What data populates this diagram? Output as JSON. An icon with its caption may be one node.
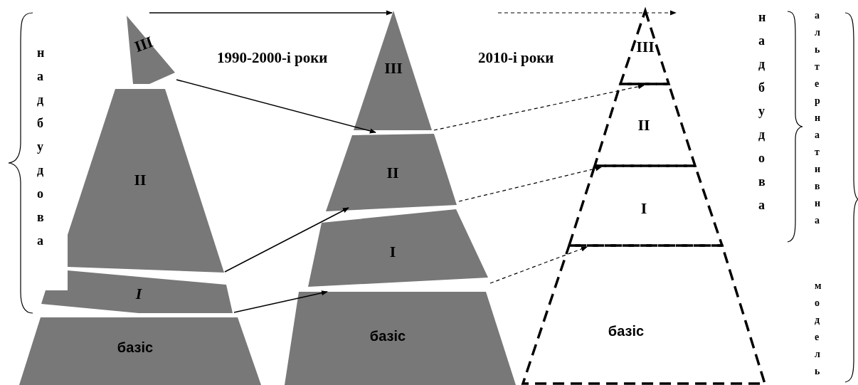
{
  "diagram": {
    "nodes": [
      {
        "text": [
          "III"
        ]
      },
      {
        "text": [
          "II"
        ]
      },
      {
        "text": [
          "I"
        ]
      },
      {
        "text": [
          "базіс"
        ]
      },
      {
        "text": [
          "III"
        ]
      },
      {
        "text": [
          "II"
        ]
      },
      {
        "text": [
          "I"
        ]
      },
      {
        "text": [
          "базіс"
        ]
      },
      {
        "text": [
          "III"
        ]
      },
      {
        "text": [
          "II"
        ]
      },
      {
        "text": [
          "I"
        ]
      },
      {
        "text": [
          "базіс"
        ]
      }
    ],
    "edges": [
      {
        "from": 0,
        "to": 5,
        "arrow": "to"
      },
      {
        "from": 1,
        "to": 6,
        "arrow": "to"
      },
      {
        "from": 2,
        "to": 7,
        "arrow": "to"
      },
      {
        "from": 4,
        "to": 9,
        "arrow": "to",
        "style": "dashed"
      },
      {
        "from": 5,
        "to": 10,
        "arrow": "to",
        "style": "dashed"
      },
      {
        "from": 6,
        "to": 11,
        "arrow": "to",
        "style": "dashed"
      }
    ],
    "labels": [
      "1990-2000-і роки",
      "2010-і роки",
      "надбудова",
      "надбудова",
      "альтернативна",
      "модель"
    ]
  }
}
